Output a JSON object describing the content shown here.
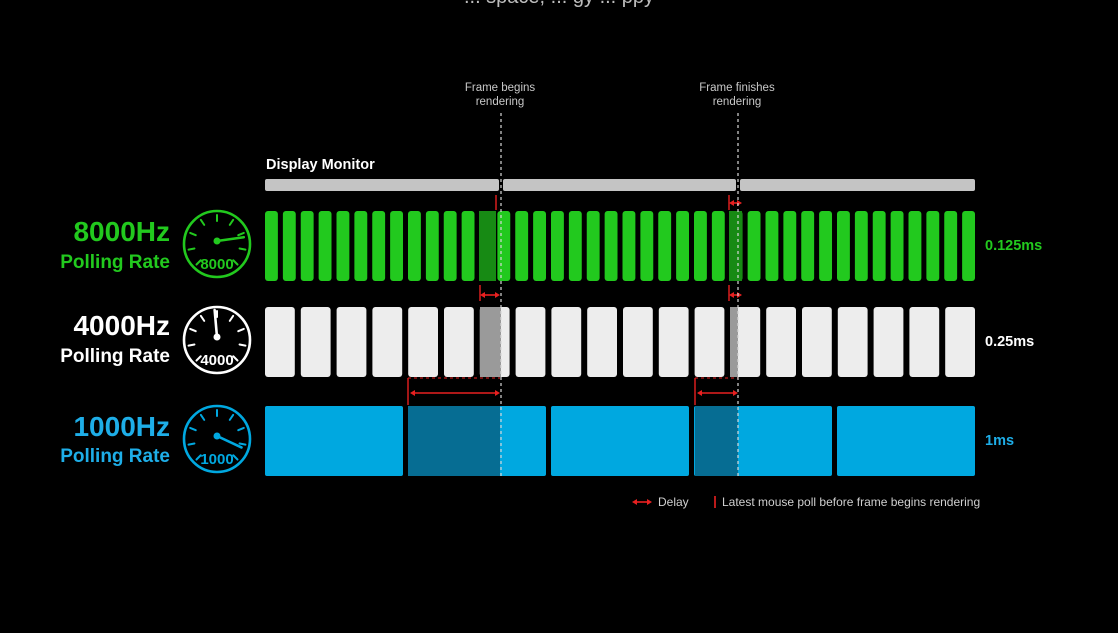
{
  "header": {
    "partial_text": "... space, ... gy ... ppy"
  },
  "frame_markers": {
    "begins": "Frame begins\nrendering",
    "finishes": "Frame finishes\nrendering"
  },
  "display": {
    "title": "Display Monitor"
  },
  "rows": [
    {
      "hz": "8000Hz",
      "subtitle": "Polling Rate",
      "gauge_value": "8000",
      "interval": "0.125ms",
      "color": "#22c91e",
      "dark": "#178a14",
      "blocks": 40
    },
    {
      "hz": "4000Hz",
      "subtitle": "Polling Rate",
      "gauge_value": "4000",
      "interval": "0.25ms",
      "color": "#ededed",
      "dark": "#9a9a9a",
      "blocks": 20
    },
    {
      "hz": "1000Hz",
      "subtitle": "Polling Rate",
      "gauge_value": "1000",
      "interval": "1ms",
      "color": "#00a8e0",
      "dark": "#066d93",
      "blocks": 5
    }
  ],
  "legend": {
    "delay": "Delay",
    "latest_poll": "Latest mouse poll before frame begins rendering"
  },
  "colors": {
    "delay_arrow": "#e82020",
    "monitor_bar": "#c4c4c4",
    "marker_line": "#d8d8d8"
  }
}
